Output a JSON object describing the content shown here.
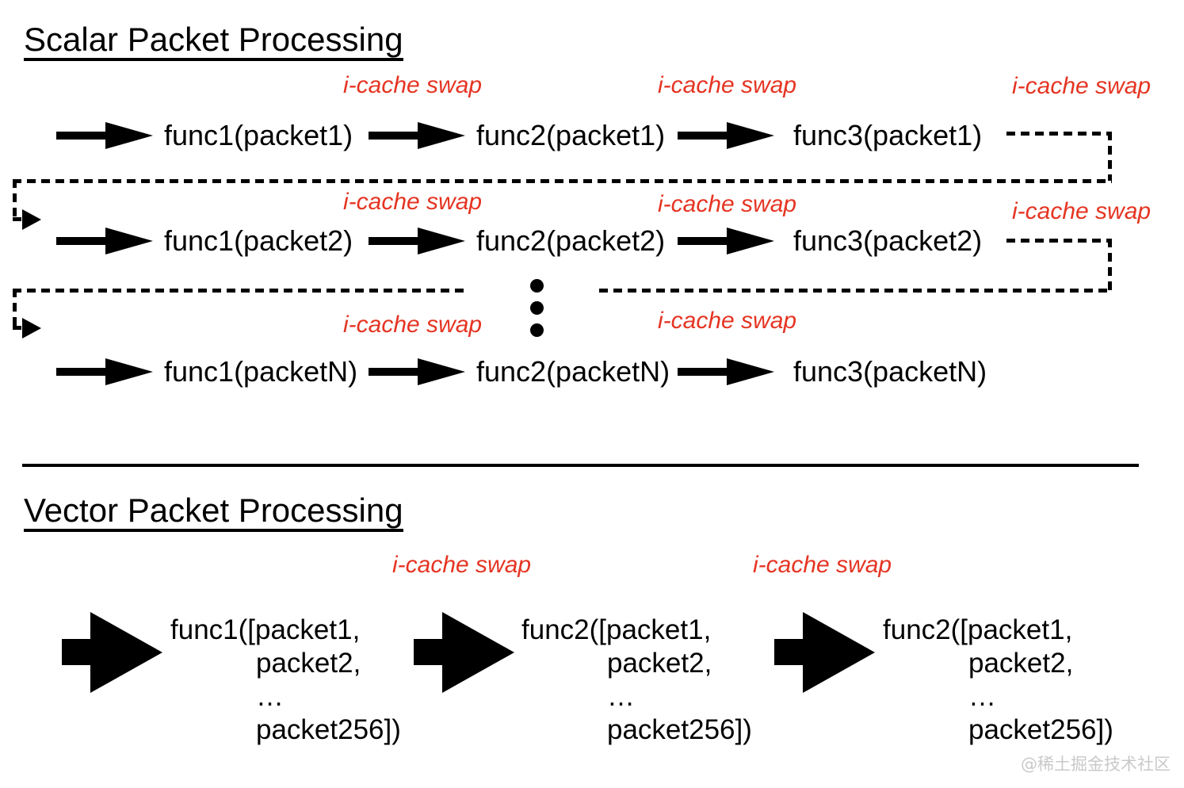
{
  "icache_label": "i-cache swap",
  "colors": {
    "label_red": "#e53422",
    "ink": "#000000",
    "watermark_gray": "#c9c9c9",
    "background": "#ffffff"
  },
  "scalar": {
    "title": "Scalar Packet Processing",
    "rows": [
      {
        "funcs": [
          "func1(packet1)",
          "func2(packet1)",
          "func3(packet1)"
        ]
      },
      {
        "funcs": [
          "func1(packet2)",
          "func2(packet2)",
          "func3(packet2)"
        ]
      },
      {
        "funcs": [
          "func1(packetN)",
          "func2(packetN)",
          "func3(packetN)"
        ]
      }
    ]
  },
  "vector": {
    "title": "Vector Packet Processing",
    "blocks": [
      {
        "lines": [
          "func1([packet1,",
          "packet2,",
          "…",
          "packet256])"
        ]
      },
      {
        "lines": [
          "func2([packet1,",
          "packet2,",
          "…",
          "packet256])"
        ]
      },
      {
        "lines": [
          "func2([packet1,",
          "packet2,",
          "…",
          "packet256])"
        ]
      }
    ]
  },
  "watermark": {
    "text": "@稀土掘金技术社区"
  }
}
